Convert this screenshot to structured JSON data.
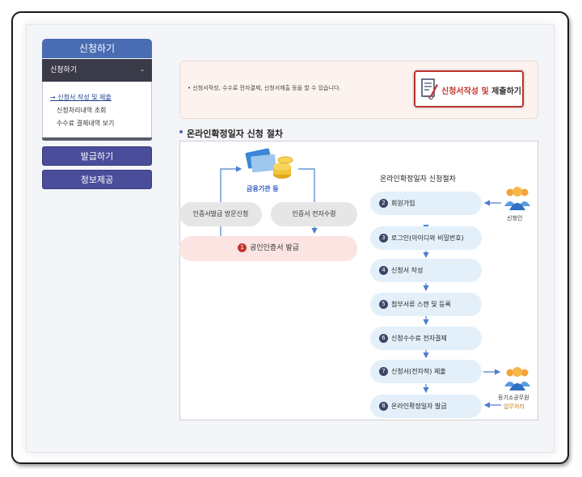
{
  "sidebar": {
    "header": "신청하기",
    "section": "신청하기",
    "section_toggle": "-",
    "items": [
      "신청서 작성 및 제출",
      "신청처리내역 조회",
      "수수료 결제내역 보기"
    ],
    "buttons": [
      "발급하기",
      "정보제공"
    ]
  },
  "notice": {
    "text": "• 신청서작성, 수수료 전자결제, 신청서제출 등을 할 수 있습니다.",
    "apply_button": {
      "part1": "신청서작성 및 ",
      "part2": "제출하기"
    }
  },
  "section_title": "온라인확정일자 신청 절차",
  "left_flow": {
    "institution": "금융기관 등",
    "visit": "인증서발급 방문신청",
    "receive": "인증서 전자수령",
    "issue_num": "1",
    "issue": "공인인증서 발급"
  },
  "right_flow": {
    "title": "온라인확정일자 신청절차",
    "steps": [
      {
        "num": "2",
        "label": "회원가입"
      },
      {
        "num": "3",
        "label": "로그인(아이디와 비밀번호)"
      },
      {
        "num": "4",
        "label": "신청서 작성"
      },
      {
        "num": "5",
        "label": "첨부서류 스캔 및 등록"
      },
      {
        "num": "6",
        "label": "신청수수료 전자결제"
      },
      {
        "num": "7",
        "label": "신청서(전자적) 제출"
      },
      {
        "num": "8",
        "label": "온라인확정일자 발급"
      }
    ],
    "applicant": "신청인",
    "officer": "등기소공무원",
    "officer_task": "업무처리"
  },
  "colors": {
    "sidebar_header": "#4a6cb3",
    "sidebar_section": "#3a3a48",
    "nav_button": "#4a4d9a",
    "accent_red": "#c53530",
    "step_bg": "#e3f0fa",
    "issue_bg": "#fbe4e2"
  }
}
